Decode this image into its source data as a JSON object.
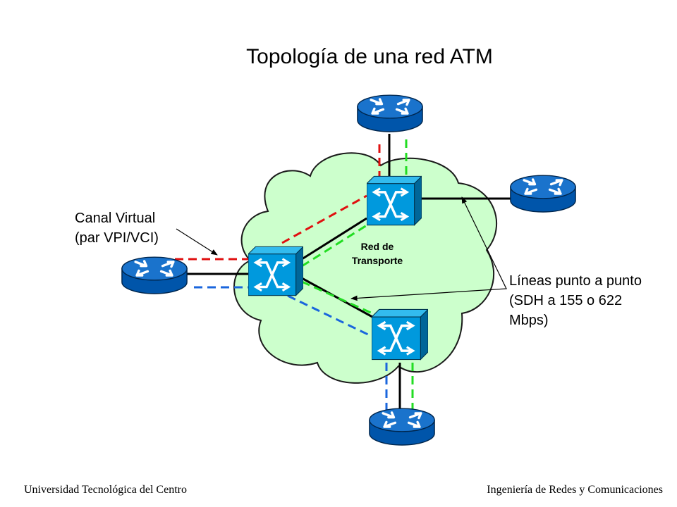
{
  "title": "Topología de una red ATM",
  "cloud_label": [
    "Red de",
    "Transporte"
  ],
  "virtual_channel_label": [
    "Canal Virtual",
    "(par VPI/VCI)"
  ],
  "point_to_point_label": [
    "Líneas punto a punto",
    "(SDH a 155 o 622",
    "Mbps)"
  ],
  "footer": {
    "left": "Universidad Tecnológica del Centro",
    "right": "Ingeniería de Redes y Comunicaciones"
  },
  "colors": {
    "cloud": "#ccffcc",
    "router": "#0066cc",
    "switch": "#0099dd",
    "vc_red": "#e01010",
    "vc_green": "#22dd22",
    "vc_blue": "#1a66dd"
  }
}
